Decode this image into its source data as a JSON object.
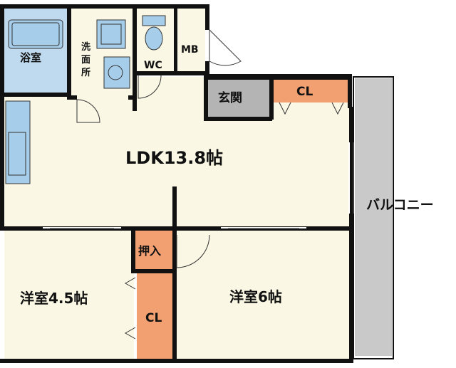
{
  "rooms": {
    "bath": "浴室",
    "washroom": [
      "洗",
      "面",
      "所"
    ],
    "wc": "WC",
    "mb": "MB",
    "entrance": "玄関",
    "cl_top": "CL",
    "ldk": "LDK13.8帖",
    "balcony": "バルコニー",
    "oshiire": "押入",
    "western_small": "洋室4.5帖",
    "cl_bottom": "CL",
    "western_large": "洋室6帖"
  },
  "colors": {
    "floor": "#FAF8E4",
    "wet_area": "#BFD9EE",
    "fixture": "#A6CDEA",
    "entrance": "#B4B4B4",
    "storage": "#F2A071",
    "balcony": "#C9C9C9",
    "wall": "#111111"
  }
}
